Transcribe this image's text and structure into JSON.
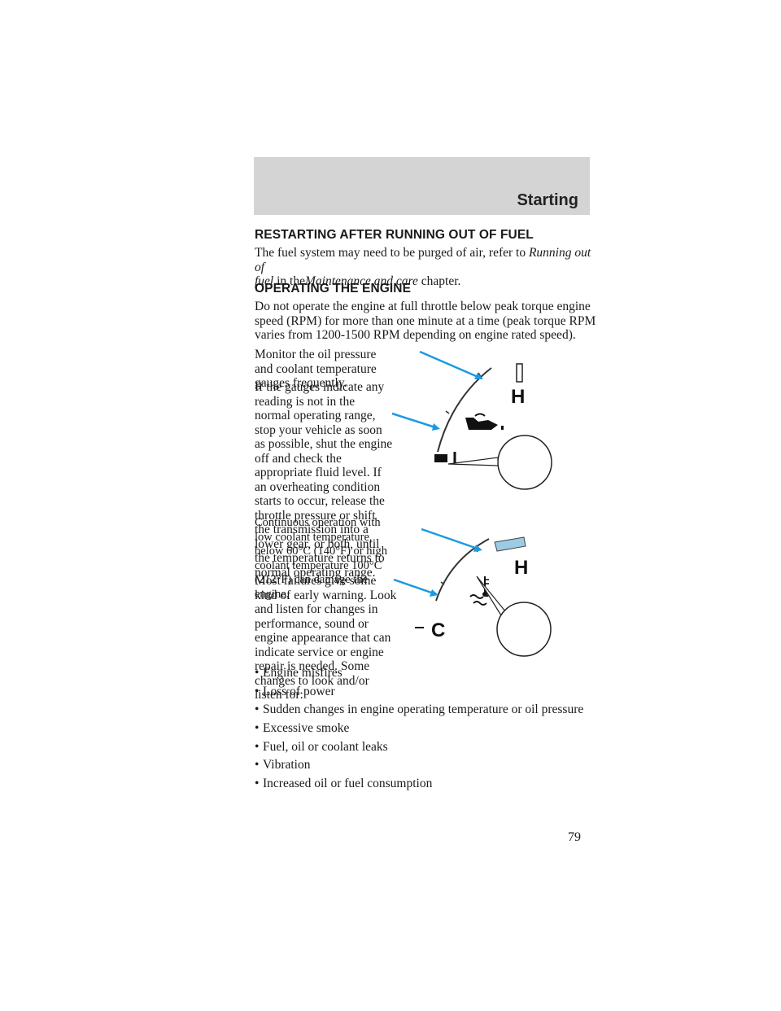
{
  "header": {
    "section_title": "Starting"
  },
  "sections": {
    "restart": {
      "heading": "RESTARTING AFTER RUNNING OUT OF FUEL",
      "line1_pre": "The fuel system may need to be purged of air, refer to",
      "line1_link": "Running out of",
      "line2_link": "fuel",
      "line2_mid": "in the",
      "line2_link2": "Maintenance and care",
      "line2_post": "chapter."
    },
    "operating": {
      "heading": "OPERATING THE ENGINE",
      "para1": "Do not operate the engine at full throttle below peak torque engine speed (RPM) for more than one minute at a time (peak torque RPM varies from 1200-1500 RPM depending on engine rated speed).",
      "para2": "Monitor the oil pressure and coolant temperature gauges frequently.",
      "para3": "If the gauges indicate any reading is not in the normal operating range, stop your vehicle as soon as possible, shut the engine off and check the appropriate fluid level. If an overheating condition starts to occur, release the throttle pressure or shift the transmission into a lower gear, or both, until the temperature returns to normal operating range.",
      "para4": "Continuous operation with low coolant temperature, below 60°C (140°F) or high coolant temperature 100°C (212°F) can damage the engine.",
      "para5": "Most failures give some kind of early warning. Look and listen for changes in performance, sound or engine appearance that can indicate service or engine repair is needed. Some changes to look and/or listen for:"
    }
  },
  "bullets": [
    "Engine misfires",
    "Loss of power",
    "Sudden changes in engine operating temperature or oil pressure",
    "Excessive smoke",
    "Fuel, oil or coolant leaks",
    "Vibration",
    "Increased oil or fuel consumption"
  ],
  "gauges": {
    "oil": {
      "high_label": "H",
      "icon": "oil-can-icon"
    },
    "temp": {
      "high_label": "H",
      "low_label": "C",
      "icon": "coolant-temp-icon"
    }
  },
  "colors": {
    "arrow": "#1a9ae0",
    "band": "#d4d4d4",
    "hot_zone": "#9ccbe6"
  },
  "page_number": "79"
}
